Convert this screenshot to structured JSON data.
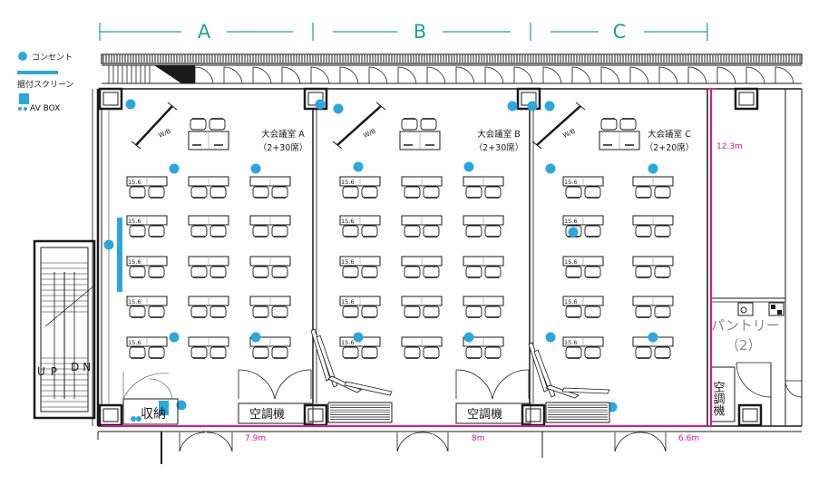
{
  "colors": {
    "teal": "#1aa39a",
    "outlet": "#29a8e0",
    "dimension": "#e0168c",
    "wall": "#1a1a1a",
    "line": "#555555",
    "light": "#999999"
  },
  "legend": {
    "outlet_label": "コンセント",
    "screen_label": "据付スクリーン",
    "avbox_label": "AV BOX"
  },
  "sections": [
    {
      "id": "a",
      "label": "A"
    },
    {
      "id": "b",
      "label": "B"
    },
    {
      "id": "c",
      "label": "C"
    }
  ],
  "rooms": [
    {
      "id": "a",
      "name": "大会議室 A",
      "capacity": "（2+30席）",
      "wb": "W/B"
    },
    {
      "id": "b",
      "name": "大会議室 B",
      "capacity": "（2+30席）",
      "wb": "W/B"
    },
    {
      "id": "c",
      "name": "大会議室 C",
      "capacity": "（2+20席）",
      "wb": "W/B"
    }
  ],
  "table_label": "15.6",
  "storage_label": "収納",
  "hvac_label": "空調機",
  "pantry_name": "パントリー",
  "pantry_num": "（2）",
  "dimensions": {
    "height": "12.3m",
    "width_a": "7.9m",
    "width_b": "8m",
    "width_c": "6.6m"
  },
  "stairs": {
    "up": "UP",
    "dn": "DN"
  }
}
